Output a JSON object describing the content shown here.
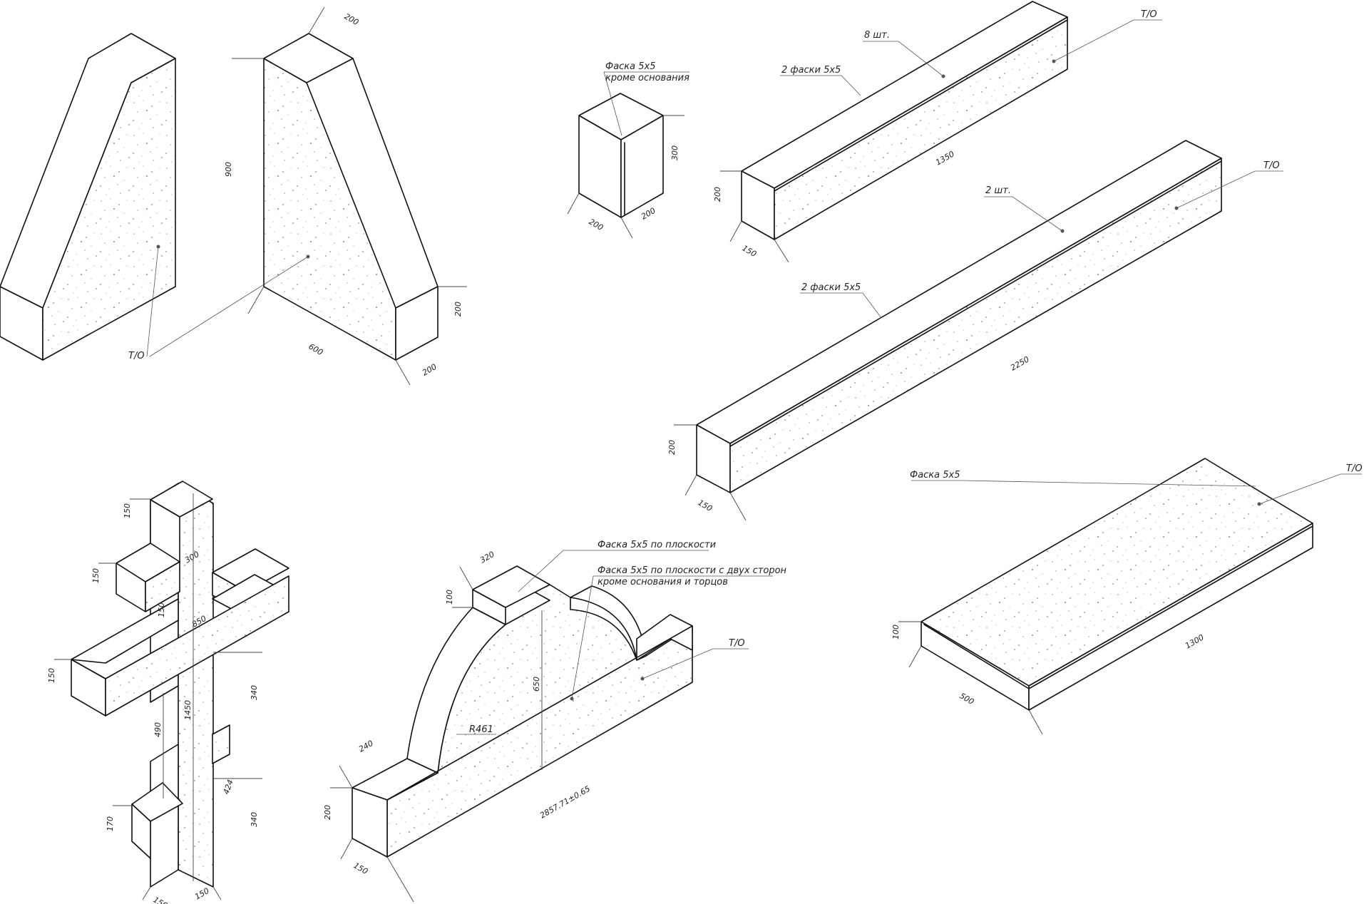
{
  "labels": {
    "to_1": "Т/О",
    "to_2": "Т/О",
    "to_3": "Т/О",
    "to_4": "Т/О",
    "to_5": "Т/О",
    "chamfer_except_base": "Фаска 5х5",
    "except_base": "кроме основания",
    "eight_pcs": "8 шт.",
    "two_chamfers_1": "2 фаски 5х5",
    "two_pcs": "2 шт.",
    "two_chamfers_2": "2 фаски 5х5",
    "chamfer_slab": "Фаска 5х5",
    "chamfer_plane": "Фаска 5х5 по плоскости",
    "chamfer_two_sides": "Фаска 5х5 по плоскости с двух сторон",
    "except_base_ends": "кроме основания и торцов",
    "radius": "R461"
  },
  "dims": {
    "stele_top": "200",
    "stele_height": "900",
    "stele_width": "600",
    "stele_base_h": "200",
    "stele_depth": "200",
    "post_h": "300",
    "post_w1": "200",
    "post_w2": "200",
    "beam1_h": "200",
    "beam1_d": "150",
    "beam1_len": "1350",
    "beam2_h": "200",
    "beam2_d": "150",
    "beam2_len": "2250",
    "slab_h": "100",
    "slab_w": "500",
    "slab_len": "1300",
    "cross_150a": "150",
    "cross_150b": "150",
    "cross_150c": "150",
    "cross_150d": "150",
    "cross_300": "300",
    "cross_850": "850",
    "cross_340a": "340",
    "cross_1450": "1450",
    "cross_490": "490",
    "cross_424": "424",
    "cross_170": "170",
    "cross_340b": "340",
    "cross_150e": "150",
    "cross_150f": "150",
    "arch_320": "320",
    "arch_100": "100",
    "arch_650": "650",
    "arch_240": "240",
    "arch_200": "200",
    "arch_150": "150",
    "arch_len": "2857.71±0.65"
  }
}
